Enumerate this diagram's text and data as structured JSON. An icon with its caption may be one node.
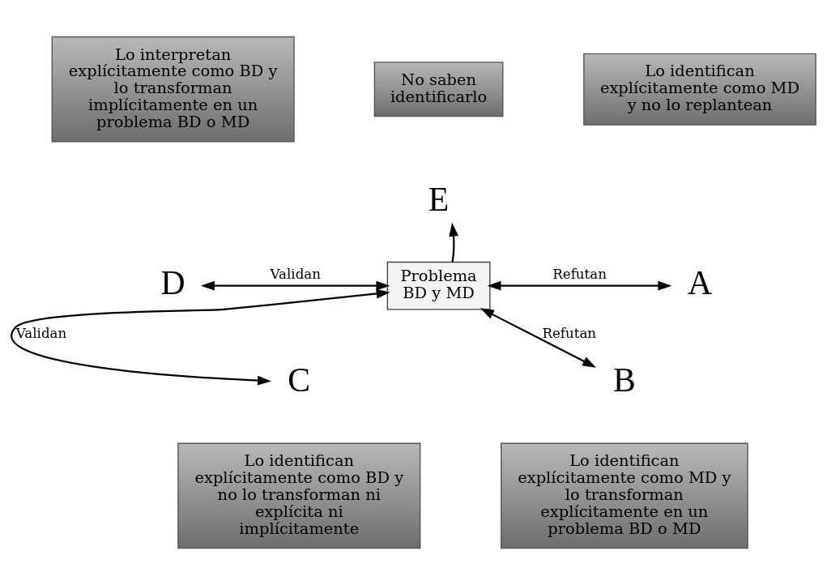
{
  "diagram": {
    "nodes": [
      {
        "text": [
          "No saben identificarlo"
        ]
      },
      {
        "text": [
          "Lo interpretan explícitamente como BD y lo transforman implícitamente en un problema BD o MD"
        ]
      },
      {
        "text": [
          "E"
        ]
      },
      {
        "text": [
          "Lo identifican explícitamente como MD y no lo replantean"
        ]
      },
      {
        "text": [
          "D"
        ]
      },
      {
        "text": [
          "Problema BD y MD"
        ]
      },
      {
        "text": [
          "A"
        ]
      },
      {
        "text": [
          "C"
        ]
      },
      {
        "text": [
          "B"
        ]
      },
      {
        "text": [
          "Lo identifican explícitamente como BD y no lo transforman ni explícita ni implícitamente"
        ]
      },
      {
        "text": [
          "Lo identifican explícitamente como MD y lo transforman explícitamente en un problema BD o MD"
        ]
      }
    ],
    "edges": [
      {
        "from": 5,
        "to": 2,
        "arrow": "to"
      },
      {
        "from": 5,
        "to": 4,
        "arrow": "both",
        "label": "Validan"
      },
      {
        "from": 5,
        "to": 6,
        "arrow": "both",
        "label": "Refutan"
      },
      {
        "from": 5,
        "to": 7,
        "arrow": "both",
        "label": "Validan"
      },
      {
        "from": 5,
        "to": 8,
        "arrow": "both",
        "label": "Refutan"
      }
    ]
  }
}
